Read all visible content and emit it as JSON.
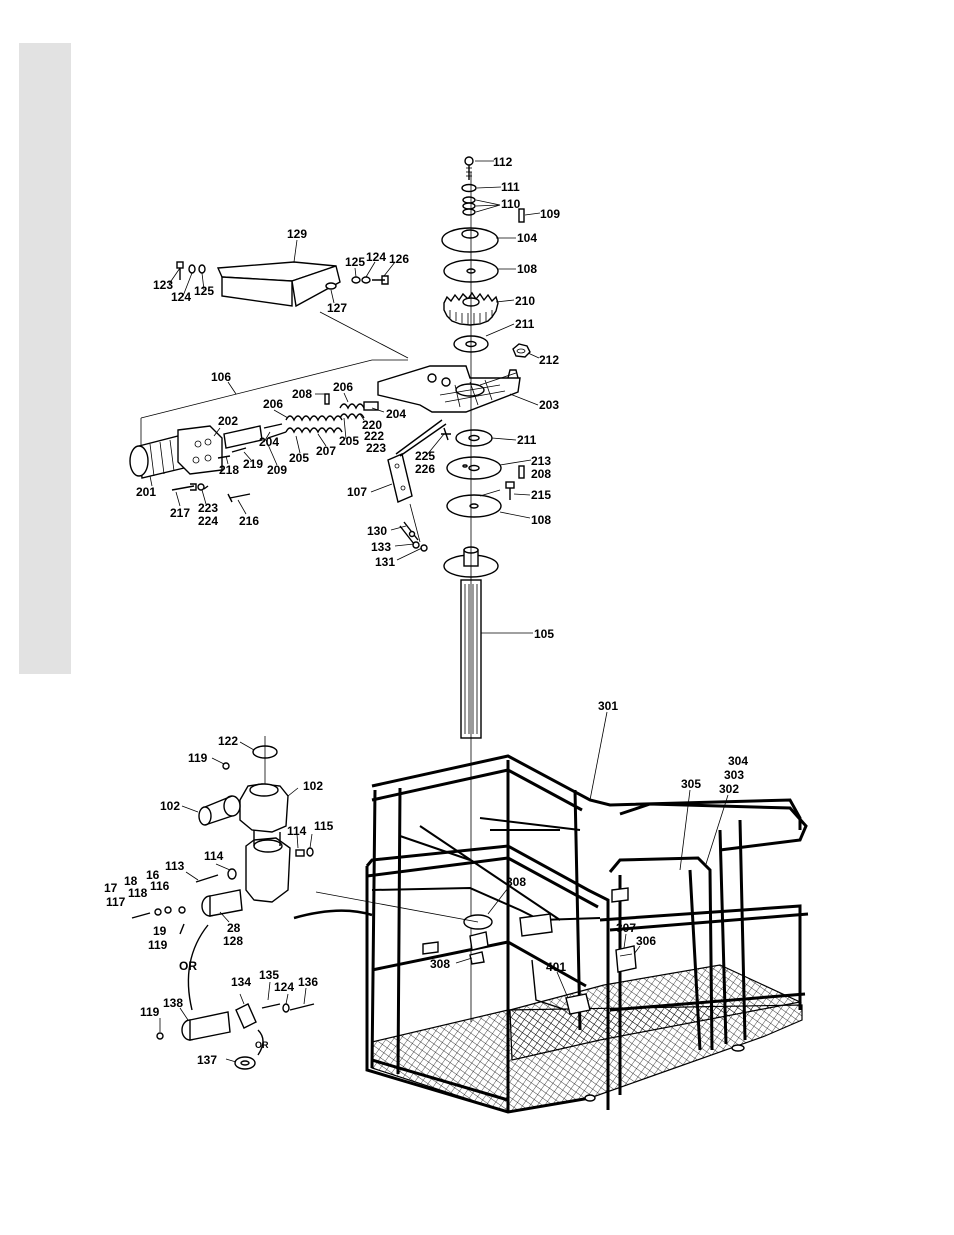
{
  "page": {
    "background": "#ffffff",
    "side_tab_color": "#e2e2e2"
  },
  "callouts": [
    {
      "id": "c112",
      "text": "112"
    },
    {
      "id": "c111",
      "text": "111"
    },
    {
      "id": "c110",
      "text": "110"
    },
    {
      "id": "c109",
      "text": "109"
    },
    {
      "id": "c104",
      "text": "104"
    },
    {
      "id": "c108a",
      "text": "108"
    },
    {
      "id": "c210",
      "text": "210"
    },
    {
      "id": "c211a",
      "text": "211"
    },
    {
      "id": "c212",
      "text": "212"
    },
    {
      "id": "c203",
      "text": "203"
    },
    {
      "id": "c211b",
      "text": "211"
    },
    {
      "id": "c213",
      "text": "213"
    },
    {
      "id": "c208b",
      "text": "208"
    },
    {
      "id": "c215",
      "text": "215"
    },
    {
      "id": "c108b",
      "text": "108"
    },
    {
      "id": "c105",
      "text": "105"
    },
    {
      "id": "c129",
      "text": "129"
    },
    {
      "id": "c123",
      "text": "123"
    },
    {
      "id": "c124a",
      "text": "124"
    },
    {
      "id": "c125a",
      "text": "125"
    },
    {
      "id": "c125b",
      "text": "125"
    },
    {
      "id": "c124b",
      "text": "124"
    },
    {
      "id": "c126",
      "text": "126"
    },
    {
      "id": "c127",
      "text": "127"
    },
    {
      "id": "c106",
      "text": "106"
    },
    {
      "id": "c202",
      "text": "202"
    },
    {
      "id": "c208a",
      "text": "208"
    },
    {
      "id": "c206a",
      "text": "206"
    },
    {
      "id": "c206b",
      "text": "206"
    },
    {
      "id": "c204a",
      "text": "204"
    },
    {
      "id": "c204b",
      "text": "204"
    },
    {
      "id": "c220",
      "text": "220"
    },
    {
      "id": "c222",
      "text": "222"
    },
    {
      "id": "c223a",
      "text": "223"
    },
    {
      "id": "c205a",
      "text": "205"
    },
    {
      "id": "c205b",
      "text": "205"
    },
    {
      "id": "c207",
      "text": "207"
    },
    {
      "id": "c209",
      "text": "209"
    },
    {
      "id": "c219",
      "text": "219"
    },
    {
      "id": "c218",
      "text": "218"
    },
    {
      "id": "c201",
      "text": "201"
    },
    {
      "id": "c217",
      "text": "217"
    },
    {
      "id": "c223b",
      "text": "223"
    },
    {
      "id": "c224",
      "text": "224"
    },
    {
      "id": "c216",
      "text": "216"
    },
    {
      "id": "c225",
      "text": "225"
    },
    {
      "id": "c226",
      "text": "226"
    },
    {
      "id": "c107",
      "text": "107"
    },
    {
      "id": "c130",
      "text": "130"
    },
    {
      "id": "c133",
      "text": "133"
    },
    {
      "id": "c131",
      "text": "131"
    },
    {
      "id": "c301",
      "text": "301"
    },
    {
      "id": "c304",
      "text": "304"
    },
    {
      "id": "c303",
      "text": "303"
    },
    {
      "id": "c302",
      "text": "302"
    },
    {
      "id": "c305",
      "text": "305"
    },
    {
      "id": "c308a",
      "text": "308"
    },
    {
      "id": "c308b",
      "text": "308"
    },
    {
      "id": "c307",
      "text": "307"
    },
    {
      "id": "c306",
      "text": "306"
    },
    {
      "id": "c401",
      "text": "401"
    },
    {
      "id": "c122",
      "text": "122"
    },
    {
      "id": "c119a",
      "text": "119"
    },
    {
      "id": "c102a",
      "text": "102"
    },
    {
      "id": "c102b",
      "text": "102"
    },
    {
      "id": "c114a",
      "text": "114"
    },
    {
      "id": "c115",
      "text": "115"
    },
    {
      "id": "c114b",
      "text": "114"
    },
    {
      "id": "c113",
      "text": "113"
    },
    {
      "id": "c16",
      "text": "16"
    },
    {
      "id": "c18",
      "text": "18"
    },
    {
      "id": "c17",
      "text": "17"
    },
    {
      "id": "c118",
      "text": "118"
    },
    {
      "id": "c116",
      "text": "116"
    },
    {
      "id": "c117",
      "text": "117"
    },
    {
      "id": "c19",
      "text": "19"
    },
    {
      "id": "c119b",
      "text": "119"
    },
    {
      "id": "c28",
      "text": "28"
    },
    {
      "id": "c128",
      "text": "128"
    },
    {
      "id": "cOR1",
      "text": "OR"
    },
    {
      "id": "c134",
      "text": "134"
    },
    {
      "id": "c135",
      "text": "135"
    },
    {
      "id": "c124c",
      "text": "124"
    },
    {
      "id": "c136",
      "text": "136"
    },
    {
      "id": "c119c",
      "text": "119"
    },
    {
      "id": "c138",
      "text": "138"
    },
    {
      "id": "cOR2",
      "text": "OR"
    },
    {
      "id": "c137",
      "text": "137"
    }
  ]
}
